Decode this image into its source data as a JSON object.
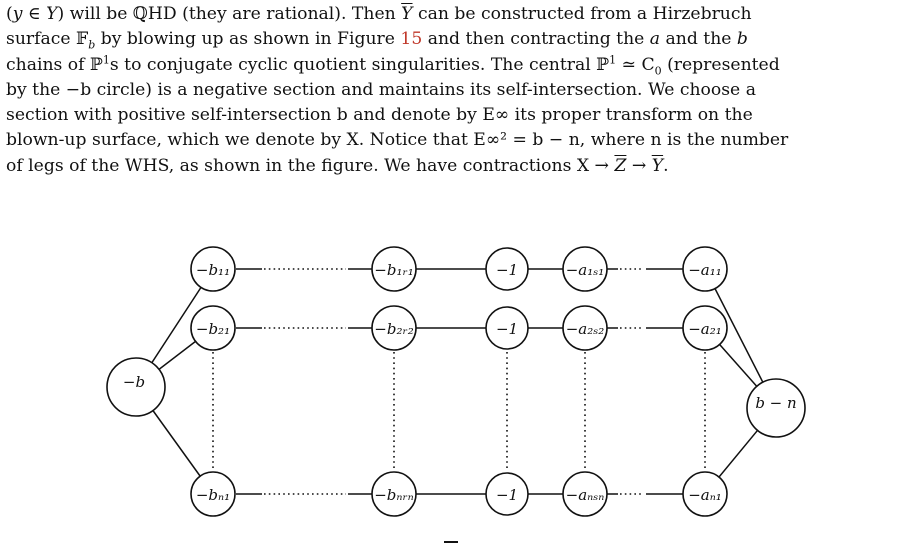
{
  "paragraph": {
    "l1_a": "(",
    "l1_y": "y",
    "l1_b": " ∈ ",
    "l1_Y": "Y",
    "l1_c": ") will be ℚHD (they are rational). Then ",
    "l1_Ybar": "Y",
    "l1_d": " can be constructed from a Hirzebruch",
    "l2_a": "surface 𝔽",
    "l2_sub": "b",
    "l2_b": " by blowing up as shown in Figure ",
    "l2_ref": "15",
    "l2_c": " and then contracting the ",
    "l2_a_var": "a",
    "l2_d": " and the ",
    "l2_b_var": "b",
    "l3_a": "chains of ℙ",
    "l3_sup": "1",
    "l3_b": "s to conjugate cyclic quotient singularities. The central ℙ",
    "l3_sup2": "1",
    "l3_c": " ≃ C",
    "l3_sub": "0",
    "l3_d": " (represented",
    "l4": "by the −b circle) is a negative section and maintains its self-intersection. We choose a",
    "l5": "section with positive self-intersection b and denote by E∞ its proper transform on the",
    "l6": "blown-up surface, which we denote by X. Notice that E∞² = b − n, where n is the number",
    "l7_a": "of legs of the WHS, as shown in the figure. We have contractions X → ",
    "l7_Z": "Z",
    "l7_b": " → ",
    "l7_Y": "Y",
    "l7_c": "."
  },
  "diagram": {
    "nodes": {
      "left": "−b",
      "right": "b − n",
      "r1": [
        "−b₁₁",
        "−b₁ᵣ₁",
        "−1",
        "−a₁ₛ₁",
        "−a₁₁"
      ],
      "r2": [
        "−b₂₁",
        "−b₂ᵣ₂",
        "−1",
        "−a₂ₛ₂",
        "−a₂₁"
      ],
      "r3": [
        "−bₙ₁",
        "−bₙᵣₙ",
        "−1",
        "−aₙₛₙ",
        "−aₙ₁"
      ]
    }
  }
}
